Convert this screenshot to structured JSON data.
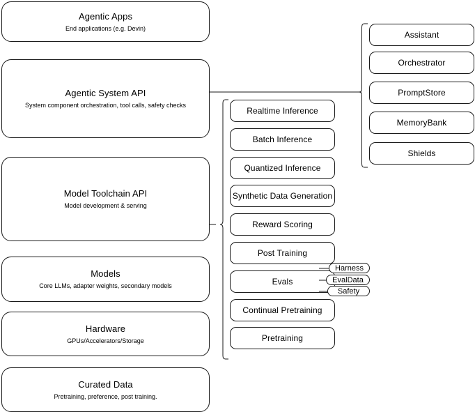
{
  "diagram": {
    "title": "Agentic stack layered architecture",
    "colors": {
      "stroke": "#1a1a1a",
      "background": "#ffffff",
      "text": "#000000"
    },
    "layers": [
      {
        "title": "Agentic Apps",
        "subtitle": "End applications (e.g. Devin)"
      },
      {
        "title": "Agentic System API",
        "subtitle": "System component orchestration, tool calls, safety checks"
      },
      {
        "title": "Model Toolchain API",
        "subtitle": "Model development & serving"
      },
      {
        "title": "Models",
        "subtitle": "Core LLMs, adapter weights, secondary models"
      },
      {
        "title": "Hardware",
        "subtitle": "GPUs/Accelerators/Storage"
      },
      {
        "title": "Curated Data",
        "subtitle": "Pretraining, preference, post training."
      }
    ],
    "toolchain_components": [
      {
        "title": "Realtime Inference"
      },
      {
        "title": "Batch Inference"
      },
      {
        "title": "Quantized Inference"
      },
      {
        "title": "Synthetic Data Generation"
      },
      {
        "title": "Reward Scoring"
      },
      {
        "title": "Post Training"
      },
      {
        "title": "Evals"
      },
      {
        "title": "Continual Pretraining"
      },
      {
        "title": "Pretraining"
      }
    ],
    "system_components": [
      {
        "title": "Assistant"
      },
      {
        "title": "Orchestrator"
      },
      {
        "title": "PromptStore"
      },
      {
        "title": "MemoryBank"
      },
      {
        "title": "Shields"
      }
    ],
    "eval_pills": [
      {
        "title": "Harness"
      },
      {
        "title": "EvalData"
      },
      {
        "title": "Safety"
      }
    ]
  }
}
